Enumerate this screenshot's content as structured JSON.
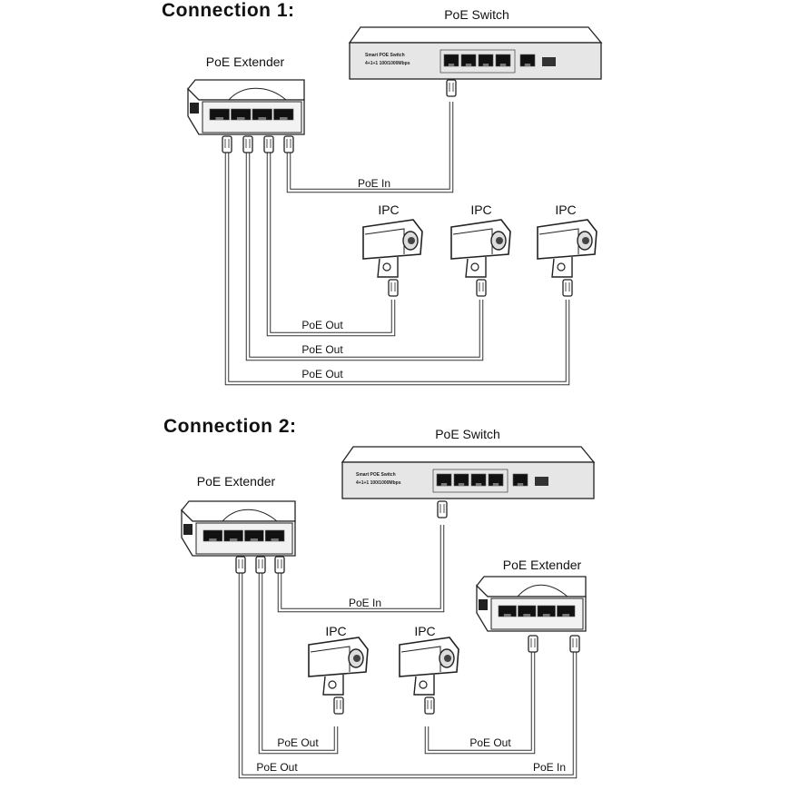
{
  "connections": [
    {
      "title": "Connection 1:",
      "switch": {
        "label": "PoE Switch",
        "model": "Smart POE Switch",
        "spec": "4+1+1 100/1000Mbps"
      },
      "extender_label": "PoE Extender",
      "poe_in_label": "PoE In",
      "camera_label": "IPC",
      "poe_out_label": "PoE Out"
    },
    {
      "title": "Connection 2:",
      "switch": {
        "label": "PoE Switch",
        "model": "Smart POE Switch",
        "spec": "4+1+1 100/1000Mbps"
      },
      "extender_label": "PoE Extender",
      "second_extender_label": "PoE Extender",
      "poe_in_label": "PoE In",
      "camera_label": "IPC",
      "poe_out_label": "PoE Out",
      "second_poe_in_label": "PoE In"
    }
  ]
}
